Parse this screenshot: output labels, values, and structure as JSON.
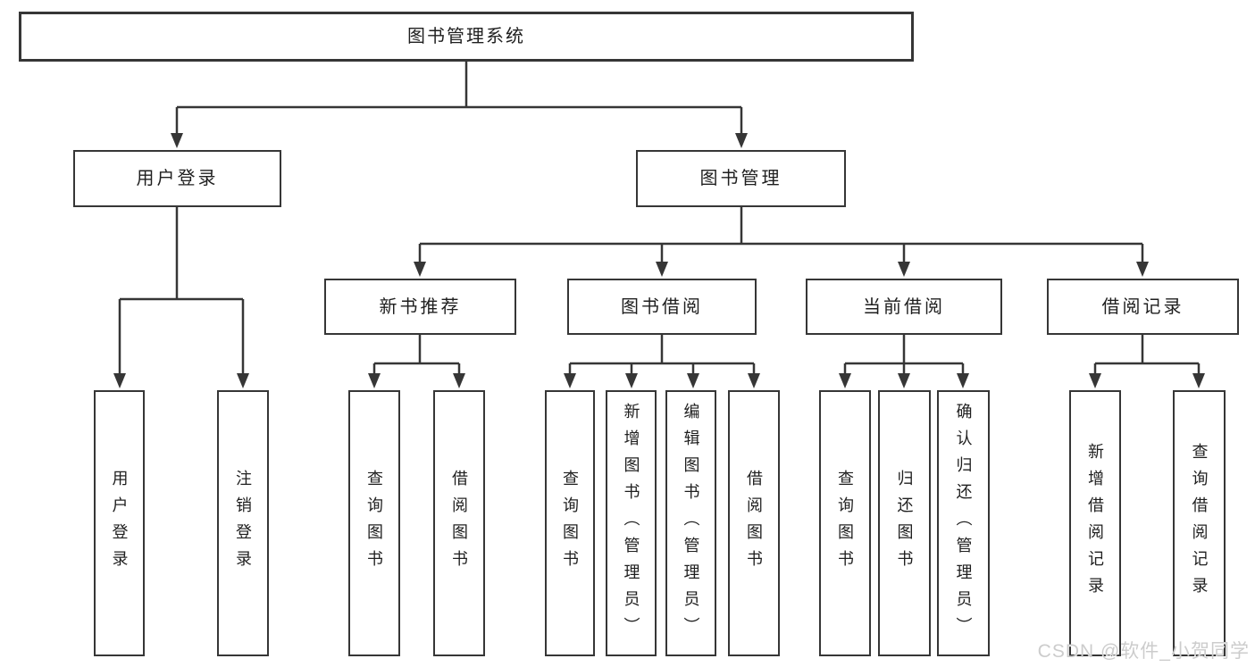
{
  "diagram": {
    "root": {
      "label": "图书管理系统"
    },
    "level2": [
      {
        "label": "用户登录"
      },
      {
        "label": "图书管理"
      }
    ],
    "level3": [
      {
        "label": "新书推荐"
      },
      {
        "label": "图书借阅"
      },
      {
        "label": "当前借阅"
      },
      {
        "label": "借阅记录"
      }
    ],
    "leaves": {
      "user_login": [
        "用户登录",
        "注销登录"
      ],
      "new_book_recommend": [
        "查询图书",
        "借阅图书"
      ],
      "book_borrow": [
        "查询图书",
        "新增图书（管理员）",
        "编辑图书（管理员）",
        "借阅图书"
      ],
      "current_borrow": [
        "查询图书",
        "归还图书",
        "确认归还（管理员）"
      ],
      "borrow_record": [
        "新增借阅记录",
        "查询借阅记录"
      ]
    },
    "colors": {
      "line": "#363636",
      "box_border": "#363636",
      "text": "#1f1f1f",
      "background": "#ffffff",
      "watermark": "#cccccc"
    }
  },
  "watermark": {
    "text": "CSDN @软件_小贺同学"
  }
}
